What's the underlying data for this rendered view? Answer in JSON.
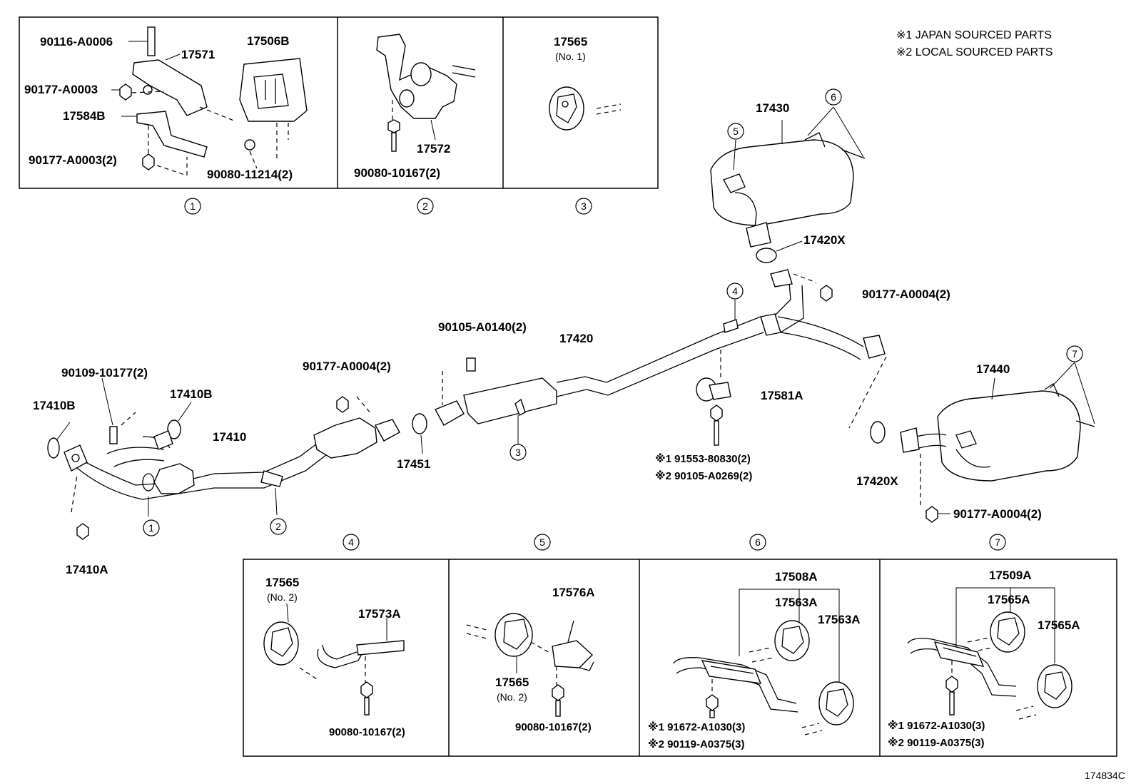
{
  "notes": {
    "n1": "※1 JAPAN SOURCED PARTS",
    "n2": "※2 LOCAL SOURCED PARTS"
  },
  "figure_id": "174834C",
  "callouts": [
    "1",
    "2",
    "3",
    "4",
    "5",
    "6",
    "7"
  ],
  "panel1": {
    "p1": "90116-A0006",
    "p2": "17571",
    "p3": "17506B",
    "p4": "90177-A0003",
    "p5": "17584B",
    "p6": "90177-A0003(2)",
    "p7": "90080-11214(2)"
  },
  "panel2": {
    "p1": "17572",
    "p2": "90080-10167(2)"
  },
  "panel3": {
    "p1": "17565",
    "p2": "(No. 1)"
  },
  "main": {
    "p17430": "17430",
    "p17420X_top": "17420X",
    "p90177_top": "90177-A0004(2)",
    "p90105": "90105-A0140(2)",
    "p17420": "17420",
    "p90177_mid": "90177-A0004(2)",
    "p90109": "90109-10177(2)",
    "p17410B_left": "17410B",
    "p17410B_right": "17410B",
    "p17410": "17410",
    "p17451": "17451",
    "p17581A": "17581A",
    "p91553": "※1 91553-80830(2)",
    "p90105b": "※2 90105-A0269(2)",
    "p17440": "17440",
    "p17420X_bot": "17420X",
    "p90177_bot": "90177-A0004(2)",
    "p17410A": "17410A"
  },
  "panel4": {
    "p1": "17565",
    "p2": "(No. 2)",
    "p3": "17573A",
    "p4": "90080-10167(2)"
  },
  "panel5": {
    "p1": "17576A",
    "p2": "17565",
    "p3": "(No. 2)",
    "p4": "90080-10167(2)"
  },
  "panel6": {
    "p1": "17508A",
    "p2": "17563A",
    "p3": "17563A",
    "p4": "※1 91672-A1030(3)",
    "p5": "※2 90119-A0375(3)"
  },
  "panel7": {
    "p1": "17509A",
    "p2": "17565A",
    "p3": "17565A",
    "p4": "※1 91672-A1030(3)",
    "p5": "※2 90119-A0375(3)"
  }
}
